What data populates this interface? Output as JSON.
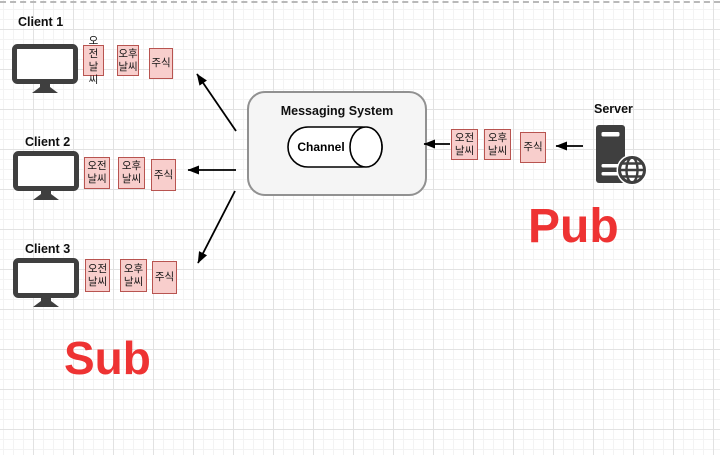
{
  "canvas": {
    "grid": "on",
    "colors": {
      "message_fill": "#f8cecc",
      "message_border": "#b85450",
      "container_fill": "#f5f5f5",
      "container_border": "#919191",
      "icon_dark": "#3f3f3f",
      "accent_red": "#ee3333",
      "arrow_black": "#000000"
    }
  },
  "diagram": {
    "sub_label": "Sub",
    "pub_label": "Pub",
    "clients": [
      {
        "label": "Client 1"
      },
      {
        "label": "Client 2"
      },
      {
        "label": "Client 3"
      }
    ],
    "server": {
      "label": "Server"
    },
    "messaging_system": {
      "title": "Messaging System",
      "channel": "Channel"
    },
    "messages": [
      {
        "id": "morning-weather",
        "label": "오전\n날씨"
      },
      {
        "id": "afternoon-weather",
        "label": "오후\n날씨"
      },
      {
        "id": "stock",
        "label": "주식"
      }
    ]
  }
}
